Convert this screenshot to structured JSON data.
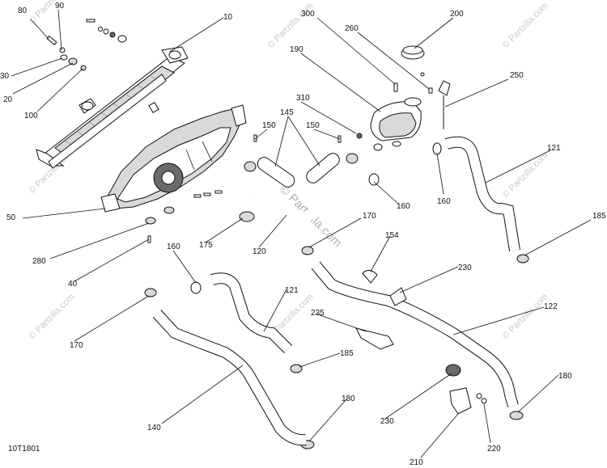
{
  "diagram": {
    "code": "10T1801",
    "watermark": "© Partzilla.com",
    "callouts": [
      {
        "id": "c80",
        "text": "80"
      },
      {
        "id": "c90",
        "text": "90"
      },
      {
        "id": "c10",
        "text": "10"
      },
      {
        "id": "c30",
        "text": "30"
      },
      {
        "id": "c20",
        "text": "20"
      },
      {
        "id": "c100",
        "text": "100"
      },
      {
        "id": "c300",
        "text": "300"
      },
      {
        "id": "c200",
        "text": "200"
      },
      {
        "id": "c260",
        "text": "260"
      },
      {
        "id": "c190",
        "text": "190"
      },
      {
        "id": "c250",
        "text": "250"
      },
      {
        "id": "c145",
        "text": "145"
      },
      {
        "id": "c150a",
        "text": "150"
      },
      {
        "id": "c150b",
        "text": "150"
      },
      {
        "id": "c310",
        "text": "310"
      },
      {
        "id": "c121a",
        "text": "121"
      },
      {
        "id": "c160a",
        "text": "160"
      },
      {
        "id": "c160b",
        "text": "160"
      },
      {
        "id": "c50",
        "text": "50"
      },
      {
        "id": "c170a",
        "text": "170"
      },
      {
        "id": "c185a",
        "text": "185"
      },
      {
        "id": "c175",
        "text": "175"
      },
      {
        "id": "c120",
        "text": "120"
      },
      {
        "id": "c154",
        "text": "154"
      },
      {
        "id": "c280",
        "text": "280"
      },
      {
        "id": "c160c",
        "text": "160"
      },
      {
        "id": "c230a",
        "text": "230"
      },
      {
        "id": "c40",
        "text": "40"
      },
      {
        "id": "c121b",
        "text": "121"
      },
      {
        "id": "c122",
        "text": "122"
      },
      {
        "id": "c235",
        "text": "235"
      },
      {
        "id": "c170b",
        "text": "170"
      },
      {
        "id": "c185b",
        "text": "185"
      },
      {
        "id": "c180a",
        "text": "180"
      },
      {
        "id": "c180b",
        "text": "180"
      },
      {
        "id": "c230b",
        "text": "230"
      },
      {
        "id": "c140",
        "text": "140"
      },
      {
        "id": "c220",
        "text": "220"
      },
      {
        "id": "c210",
        "text": "210"
      }
    ]
  }
}
